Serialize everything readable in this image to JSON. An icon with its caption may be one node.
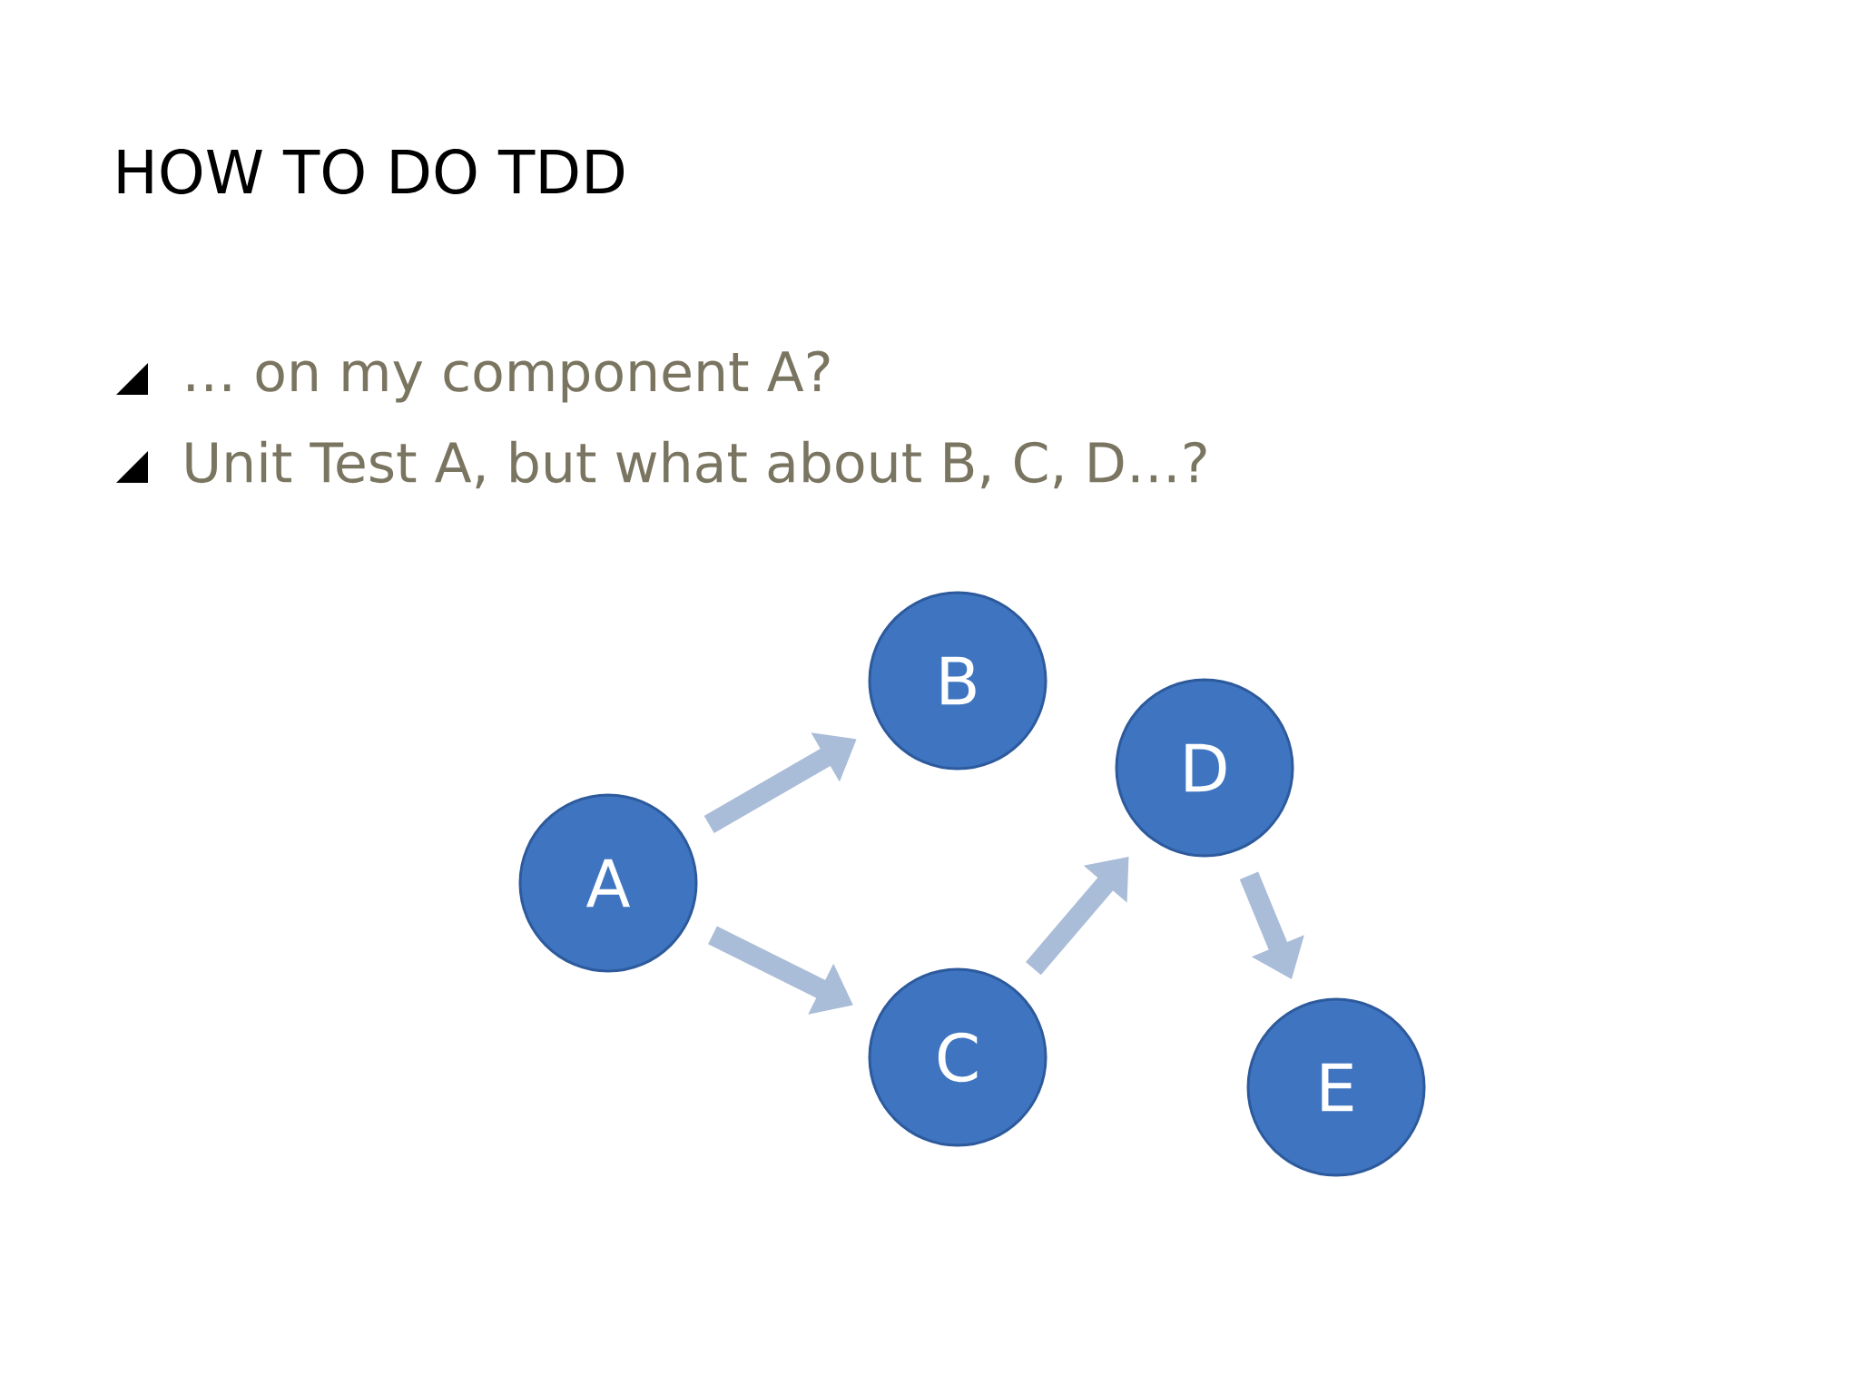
{
  "diagram": {
    "title": "HOW TO DO TDD",
    "nodes": [
      {
        "text": [
          "A"
        ]
      },
      {
        "text": [
          "B"
        ]
      },
      {
        "text": [
          "C"
        ]
      },
      {
        "text": [
          "D"
        ]
      },
      {
        "text": [
          "E"
        ]
      }
    ],
    "edges": [
      {
        "from": 0,
        "to": 1,
        "arrow": "to"
      },
      {
        "from": 0,
        "to": 2,
        "arrow": "to"
      },
      {
        "from": 2,
        "to": 3,
        "arrow": "to"
      },
      {
        "from": 3,
        "to": 4,
        "arrow": "to"
      }
    ],
    "labels": [
      "… on my component A?",
      "Unit Test A, but what about B, C, D…?"
    ]
  }
}
